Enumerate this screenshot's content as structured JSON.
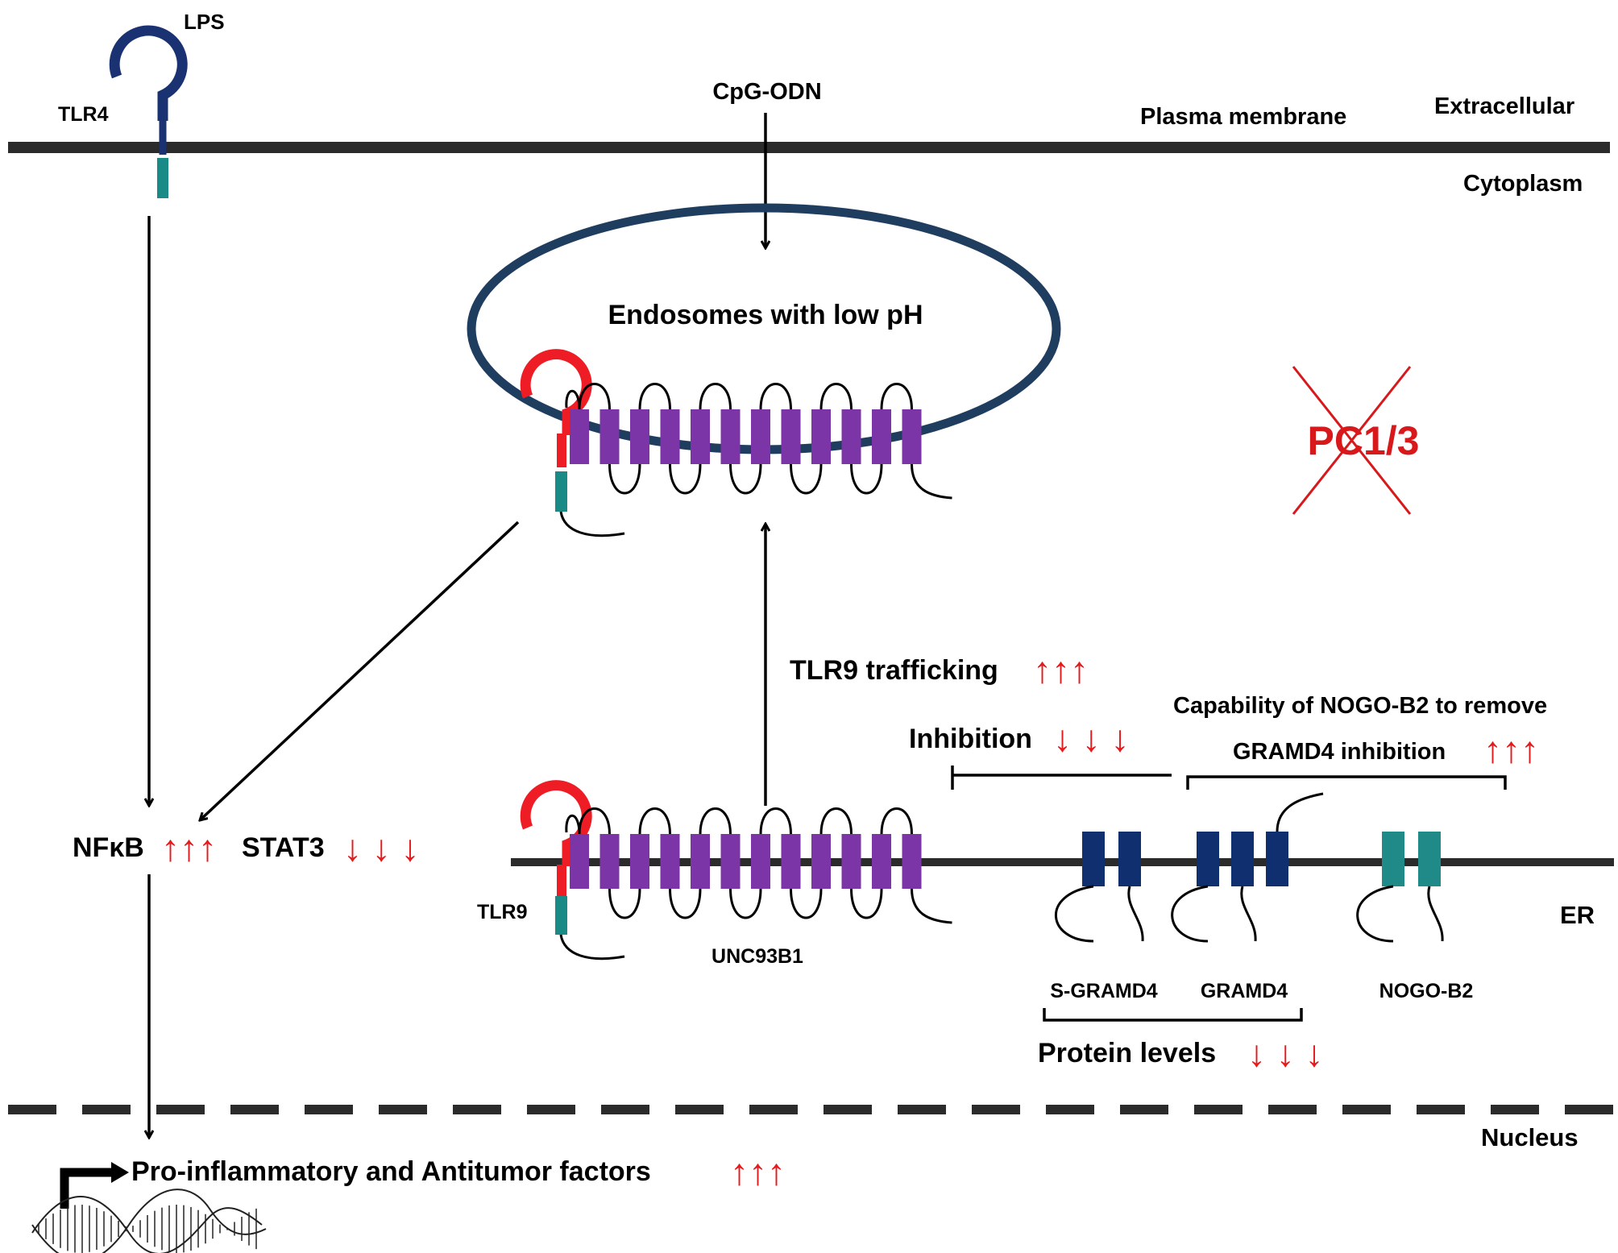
{
  "labels": {
    "lps": "LPS",
    "tlr4": "TLR4",
    "cpg_odn": "CpG-ODN",
    "plasma_membrane": "Plasma membrane",
    "extracellular": "Extracellular",
    "cytoplasm": "Cytoplasm",
    "endosome": "Endosomes with low pH",
    "pc13": "PC1/3",
    "tlr9_trafficking": "TLR9 trafficking",
    "capability_line1": "Capability of NOGO-B2 to remove",
    "capability_line2": "GRAMD4 inhibition",
    "inhibition": "Inhibition",
    "nfkb": "NFκB",
    "stat3": "STAT3",
    "tlr9": "TLR9",
    "unc93b1": "UNC93B1",
    "er": "ER",
    "s_gramd4": "S-GRAMD4",
    "gramd4": "GRAMD4",
    "nogo_b2": "NOGO-B2",
    "protein_levels": "Protein levels",
    "nucleus": "Nucleus",
    "factors": "Pro-inflammatory and Antitumor factors"
  },
  "arrows": {
    "up": "↑↑↑",
    "down": "↓ ↓ ↓"
  },
  "colors": {
    "membrane": "#2b2b2b",
    "endosome": "#1f3d5f",
    "tlr4_receptor": "#1a3272",
    "tlr9_receptor": "#ee1c24",
    "teal_domain": "#1a8a86",
    "unc93b1_domain": "#7b35a6",
    "gramd4_domain": "#0f2f6e",
    "nogo_domain": "#1f8a88",
    "arrow_red": "#e41a1c",
    "cross_red": "#d7191c"
  }
}
